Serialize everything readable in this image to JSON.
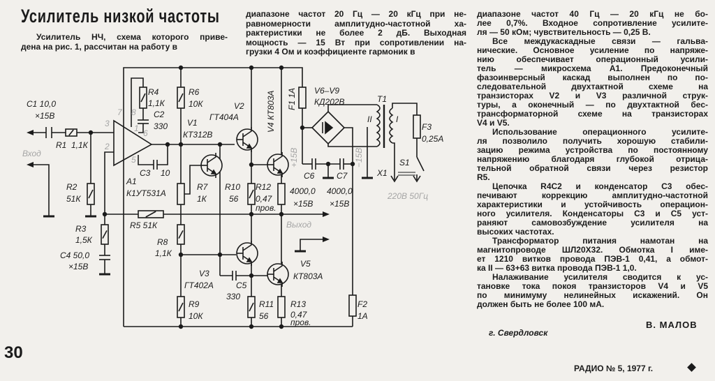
{
  "article": {
    "title": "Усилитель низкой частоты",
    "col1": [
      {
        "t": "Усилитель НЧ, схема которого приве-",
        "ind": true
      },
      {
        "t": "дена на рис. 1, рассчитан на работу в"
      }
    ],
    "col2": [
      {
        "t": "диапазоне частот 20 Гц — 20 кГц при не-"
      },
      {
        "t": "равномерности амплитудно-частотной ха-"
      },
      {
        "t": "рактеристики не более 2 дБ. Выходная"
      },
      {
        "t": "мощность — 15 Вт при сопротивлении на-"
      },
      {
        "t": "грузки 4 Ом и коэффициенте гармоник в"
      }
    ],
    "col3": [
      {
        "t": "диапазоне частот 40 Гц — 20 кГц не бо-"
      },
      {
        "t": "лее 0,7%. Входное сопротивление усилите-"
      },
      {
        "t": "ля — 50 кОм; чувствительность — 0,25 В.",
        "last": true
      },
      {
        "t": "Все междукаскадные связи — гальва-",
        "ind": true
      },
      {
        "t": "нические. Основное усиление по напряже-"
      },
      {
        "t": "нию обеспечивает операционный усили-"
      },
      {
        "t": "тель — микросхема А1. Предоконечный"
      },
      {
        "t": "фазоинверсный каскад выполнен по по-"
      },
      {
        "t": "следовательной двухтактной схеме на"
      },
      {
        "t": "транзисторах V2 и V3 различной струк-"
      },
      {
        "t": "туры, а оконечный — по двухтактной бес-"
      },
      {
        "t": "трансформаторной схеме на транзисторах"
      },
      {
        "t": "V4 и V5.",
        "last": true
      },
      {
        "t": "Использование операционного усилите-",
        "ind": true
      },
      {
        "t": "ля позволило получить хорошую стабили-"
      },
      {
        "t": "зацию режима устройства по постоянному"
      },
      {
        "t": "напряжению благодаря глубокой отрица-"
      },
      {
        "t": "тельной обратной связи через резистор"
      },
      {
        "t": "R5.",
        "last": true
      },
      {
        "t": "Цепочка R4C2 и конденсатор C3 обес-",
        "ind": true
      },
      {
        "t": "печивают коррекцию амплитудно-частотной"
      },
      {
        "t": "характеристики и устойчивость операцион-"
      },
      {
        "t": "ного усилителя. Конденсаторы C3 и C5 уст-"
      },
      {
        "t": "раняют самовозбуждение усилителя на"
      },
      {
        "t": "высоких частотах.",
        "last": true
      },
      {
        "t": "Трансформатор питания намотан на",
        "ind": true
      },
      {
        "t": "магнитопроводе ШЛ20Х32. Обмотка I име-"
      },
      {
        "t": "ет 1210 витков провода ПЭВ-1 0,41, а обмот-"
      },
      {
        "t": "ка II — 63+63 витка провода ПЭВ-1 1,0.",
        "last": true
      },
      {
        "t": "Налаживание усилителя сводится к ус-",
        "ind": true
      },
      {
        "t": "тановке тока покоя транзисторов V4 и V5"
      },
      {
        "t": "по минимуму нелинейных искажений. Он"
      },
      {
        "t": "должен быть не более 100 мА.",
        "last": true
      }
    ],
    "author": "В. МАЛОВ",
    "city": "г. Свердловск"
  },
  "page": {
    "number": "30",
    "footer": "РАДИО № 5, 1977 г."
  },
  "schematic": {
    "c1": "C1 10,0",
    "c1v": "×15В",
    "r1": "R1",
    "r1v": "1,1К",
    "input": "Вход",
    "r2": "R2",
    "r2v": "51К",
    "r3": "R3",
    "r3v": "1,5К",
    "c4": "C4 50,0",
    "c4v": "×15В",
    "r4": "R4",
    "r4v": "1,1К",
    "c2": "C2",
    "c2v": "330",
    "r6": "R6",
    "r6v": "10К",
    "v1": "V1",
    "v1t": "КТ312В",
    "v2": "V2",
    "v2t": "ГТ404А",
    "v4": "V4 КТ803А",
    "f1": "F1 1А",
    "v6": "V6–V9",
    "v6t": "КД202В",
    "t1": "T1",
    "w2": "II",
    "w1": "I",
    "f3": "F3",
    "f3v": "0,25А",
    "s1": "S1",
    "x1": "X1",
    "mains": "220В 50Гц",
    "a1": "А1",
    "a1t": "К1УТ531А",
    "c3": "C3",
    "c3v": "10",
    "r7": "R7",
    "r7v": "1К",
    "r10": "R10",
    "r10v": "56",
    "r12": "R12",
    "r12v": "0,47",
    "r12w": "пров.",
    "c6": "C6",
    "c6v": "4000,0",
    "c6u": "×15В",
    "c7": "C7",
    "c7v": "4000,0",
    "c7u": "×15В",
    "plus15": "+15В",
    "minus15": "−15В",
    "r5": "R5 51К",
    "output": "Выход",
    "r8": "R8",
    "r8v": "1,1К",
    "v3": "V3",
    "v3t": "ГТ402А",
    "c5": "C5",
    "c5v": "330",
    "r9": "R9",
    "r9v": "10К",
    "r11": "R11",
    "r11v": "56",
    "r13": "R13",
    "r13v": "0,47",
    "r13w": "пров.",
    "f2": "F2",
    "f2v": "1А",
    "v5": "V5",
    "v5t": "КТ803А",
    "pins": [
      "7",
      "8",
      "3",
      "2",
      "5",
      "1",
      "6"
    ]
  }
}
